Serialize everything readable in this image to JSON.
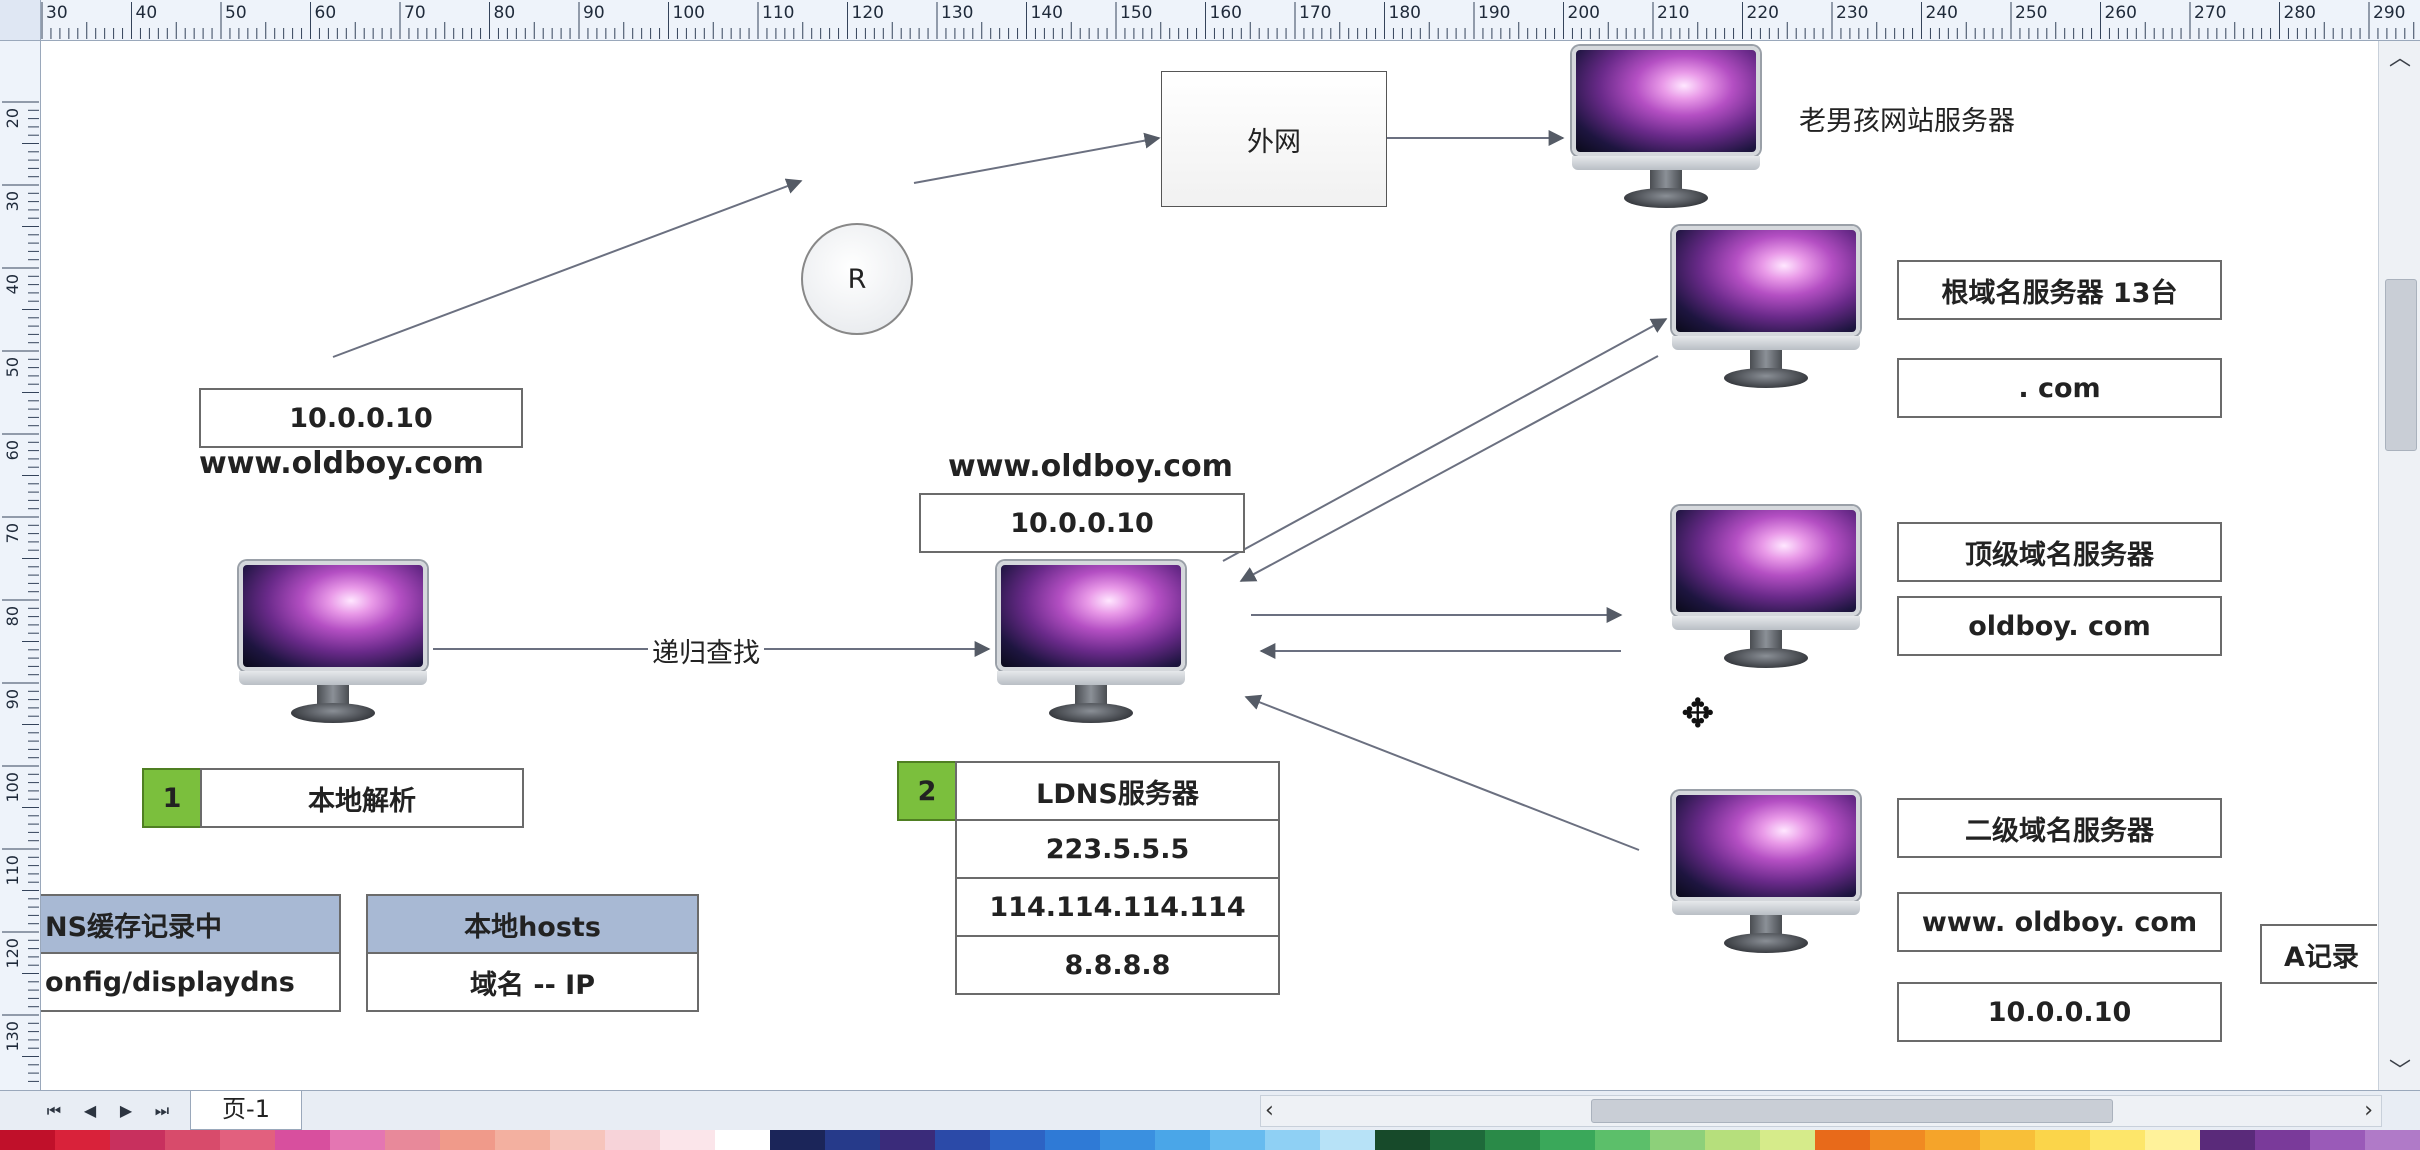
{
  "ruler": {
    "top_ticks": [
      "30",
      "40",
      "50",
      "60",
      "70",
      "80",
      "90",
      "100",
      "110",
      "120",
      "130",
      "140",
      "150",
      "160",
      "170",
      "180",
      "190",
      "200",
      "210",
      "220",
      "230",
      "240",
      "250",
      "260",
      "270",
      "280",
      "290"
    ],
    "left_ticks": [
      "20",
      "30",
      "40",
      "50",
      "60",
      "70",
      "80",
      "90",
      "100",
      "110",
      "120",
      "130"
    ]
  },
  "diagram": {
    "internet_label": "外网",
    "router_label": "R",
    "website_server_label": "老男孩网站服务器",
    "client": {
      "ip": "10.0.0.10",
      "domain": "www.oldboy.com",
      "step_number": "1",
      "step_label": "本地解析"
    },
    "recursive_label": "递归查找",
    "ldns": {
      "domain": "www.oldboy.com",
      "ip": "10.0.0.10",
      "step_number": "2",
      "title": "LDNS服务器",
      "servers": [
        "223.5.5.5",
        "114.114.114.114",
        "8.8.8.8"
      ]
    },
    "dns_cache": {
      "header": "NS缓存记录中",
      "value": "onfig/displaydns"
    },
    "hosts": {
      "header": "本地hosts",
      "value": "域名 -- IP"
    },
    "root": {
      "title": "根域名服务器 13台",
      "value": ". com"
    },
    "tld": {
      "title": "顶级域名服务器",
      "value": "oldboy. com"
    },
    "second_level": {
      "title": "二级域名服务器",
      "value": "www. oldboy. com",
      "ip": "10.0.0.10"
    },
    "a_record": "A记录"
  },
  "bottom": {
    "page_tab": "页-1"
  },
  "colors": {
    "step_tag": "#7bbf3d",
    "table_header": "#a8b9d4",
    "arrow": "#555b66"
  }
}
